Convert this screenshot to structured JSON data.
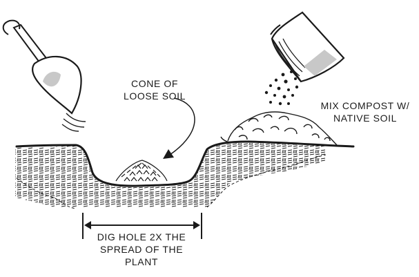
{
  "labels": {
    "cone": {
      "line1": "CONE OF",
      "line2": "LOOSE SOIL"
    },
    "compost": {
      "line1": "MIX COMPOST W/",
      "line2": "NATIVE SOIL"
    },
    "hole": {
      "line1": "DIG HOLE 2X THE",
      "line2": "SPREAD OF THE",
      "line3": "PLANT"
    }
  },
  "colors": {
    "ink": "#1a1a1a",
    "shade": "#c8c8c8",
    "background": "#ffffff"
  },
  "icons": {
    "shovel": "shovel-icon",
    "compost_bag": "compost-bag-icon"
  }
}
